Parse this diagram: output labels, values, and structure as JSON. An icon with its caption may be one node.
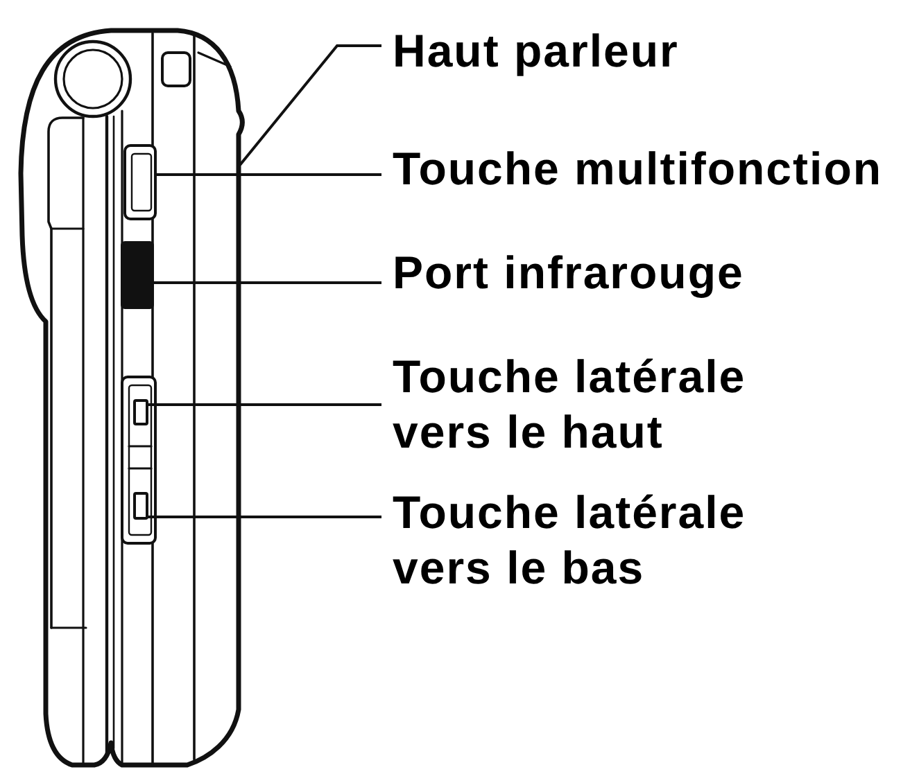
{
  "diagram": {
    "nodes": [
      {
        "text": [
          "Haut parleur"
        ]
      },
      {
        "text": [
          "Touche multifonction"
        ]
      },
      {
        "text": [
          "Port infrarouge"
        ]
      },
      {
        "text": [
          "Touche latérale vers le haut"
        ]
      },
      {
        "text": [
          "Touche latérale vers le bas"
        ]
      },
      {
        "text": [],
        "shape": "box"
      },
      {
        "text": [],
        "shape": "box"
      },
      {
        "text": [],
        "shape": "box"
      },
      {
        "text": [],
        "shape": "box"
      }
    ],
    "edges": [
      {
        "from": 0,
        "to": null,
        "arrow": "none"
      },
      {
        "from": 1,
        "to": 5,
        "arrow": "none"
      },
      {
        "from": 2,
        "to": 6,
        "arrow": "none"
      },
      {
        "from": 3,
        "to": 7,
        "arrow": "none"
      },
      {
        "from": 4,
        "to": 8,
        "arrow": "none"
      }
    ]
  }
}
